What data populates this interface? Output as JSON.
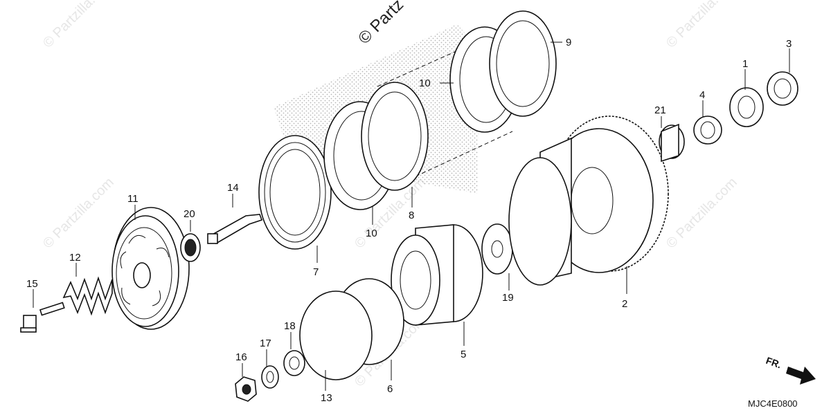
{
  "diagram": {
    "code": "MJC4E0800",
    "front_indicator": "FR.",
    "watermark_main": "© Partz",
    "watermarks": [
      "© Partzilla.com",
      "© Partzilla.com",
      "© Partzilla.com",
      "© Partzilla.com",
      "© Partzilla.com",
      "© Partzilla.com"
    ],
    "callouts": {
      "p1": "1",
      "p2": "2",
      "p3": "3",
      "p4": "4",
      "p5": "5",
      "p6": "6",
      "p7": "7",
      "p8": "8",
      "p9": "9",
      "p10a": "10",
      "p10b": "10",
      "p11": "11",
      "p12": "12",
      "p13": "13",
      "p14": "14",
      "p15": "15",
      "p16": "16",
      "p17": "17",
      "p18": "18",
      "p19": "19",
      "p20": "20",
      "p21": "21"
    }
  }
}
